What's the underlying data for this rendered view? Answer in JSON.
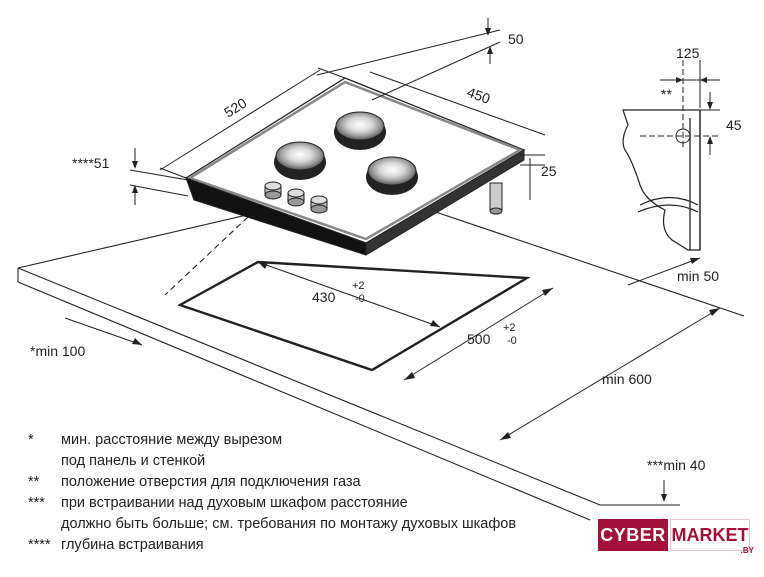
{
  "dimensions": {
    "depth_top": "50",
    "width": "520",
    "length": "450",
    "depth_side": "****51",
    "height": "25",
    "pipe_offset": "125",
    "pipe_height": "45",
    "pipe_mark": "**",
    "min_side": "min 50",
    "cutout_width": "430",
    "cutout_width_plus": "+2",
    "cutout_width_minus": "-0",
    "cutout_depth": "500",
    "cutout_depth_plus": "+2",
    "cutout_depth_minus": "-0",
    "min_wall": "*min 100",
    "min_depth": "min 600",
    "min_oven": "***min 40"
  },
  "notes": [
    {
      "mark": "*",
      "lines": [
        "мин. расстояние между вырезом",
        "под панель и стенкой"
      ]
    },
    {
      "mark": "**",
      "lines": [
        "положение отверстия для подключения газа"
      ]
    },
    {
      "mark": "***",
      "lines": [
        "при встраивании над духовым шкафом расстояние",
        "должно быть больше; см. требования по монтажу духовых шкафов"
      ]
    },
    {
      "mark": "****",
      "lines": [
        "глубина встраивания"
      ]
    }
  ],
  "logo": {
    "part1": "CYBER",
    "part2": "MARKET",
    "suffix": ".BY"
  },
  "colors": {
    "line": "#222222",
    "burner_center": "#cccccc",
    "logo_brand": "#a3103a"
  },
  "icons": [
    "burner-icon",
    "knob-icon",
    "gas-pipe-icon"
  ]
}
